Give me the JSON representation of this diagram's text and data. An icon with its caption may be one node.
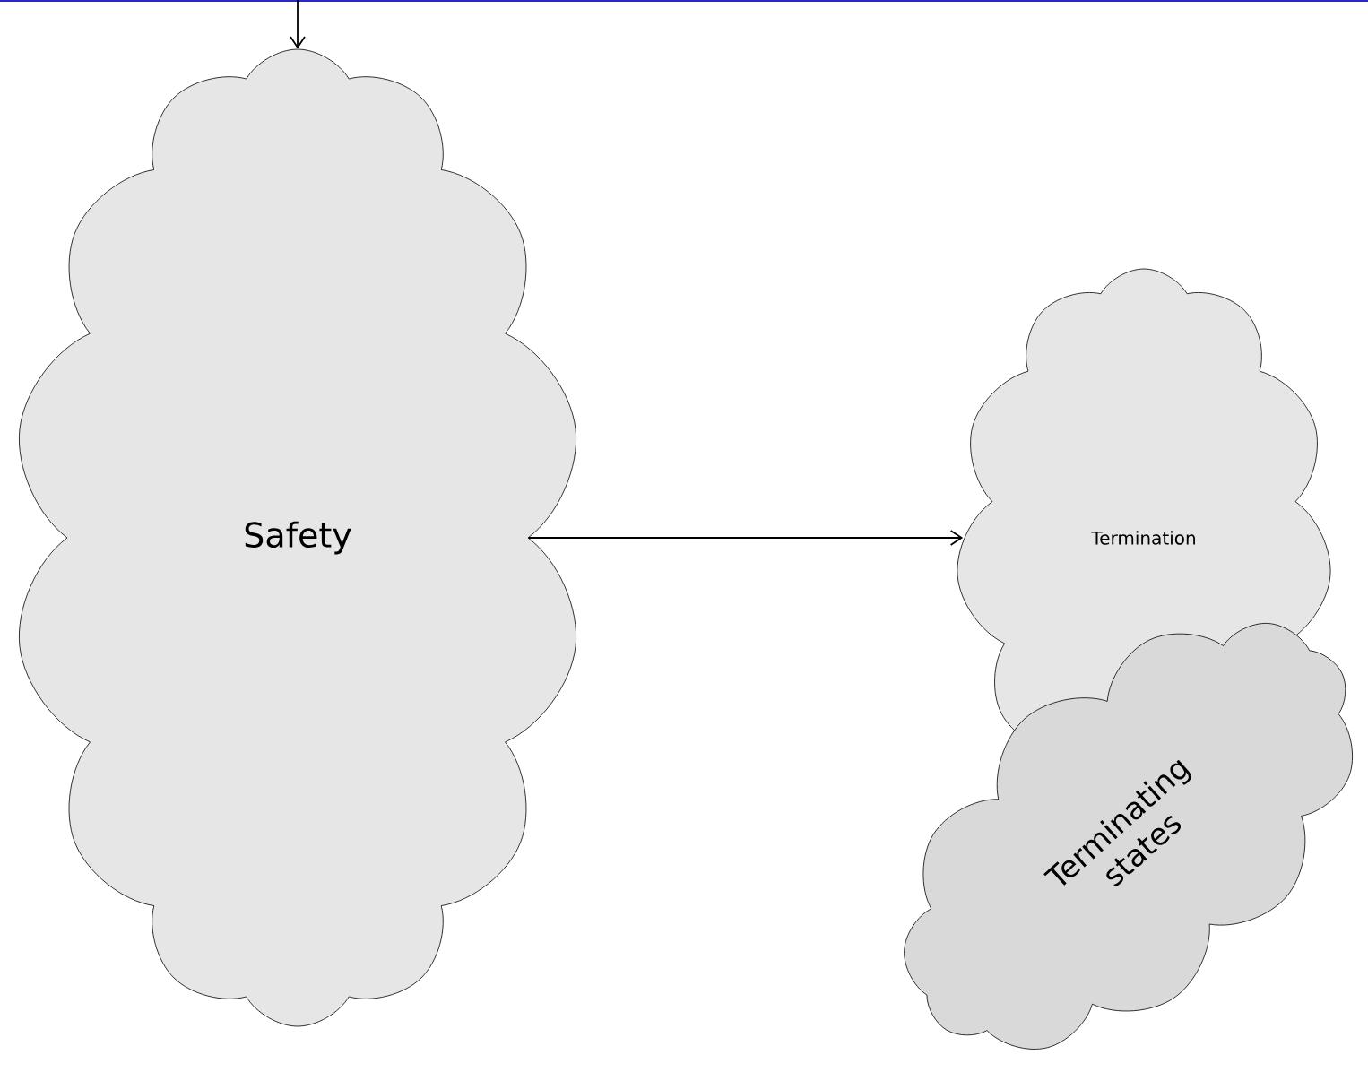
{
  "diagram": {
    "nodes": [
      {
        "text": [
          "Safety"
        ]
      },
      {
        "text": [
          "Termination"
        ]
      },
      {
        "text": [
          "Terminating states"
        ]
      }
    ],
    "edges": [
      {
        "from": null,
        "to": 0,
        "arrow": "to"
      },
      {
        "from": 0,
        "to": 1,
        "arrow": "to"
      }
    ]
  }
}
